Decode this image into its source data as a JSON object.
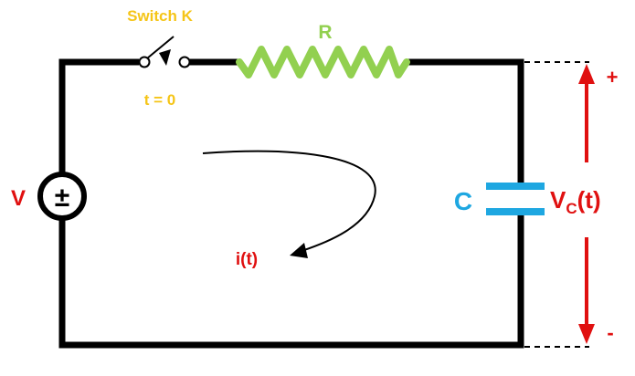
{
  "labels": {
    "switch": "Switch K",
    "switch_time": "t = 0",
    "resistor": "R",
    "source": "V",
    "source_symbol": "±",
    "capacitor": "C",
    "voltage_main": "V",
    "voltage_sub": "C",
    "voltage_suffix": "(t)",
    "current": "i(t)",
    "plus": "+",
    "minus": "-"
  },
  "colors": {
    "wire": "#000000",
    "switch": "#f5c518",
    "resistor": "#92d050",
    "capacitor": "#1ea7e1",
    "red": "#e01010"
  }
}
